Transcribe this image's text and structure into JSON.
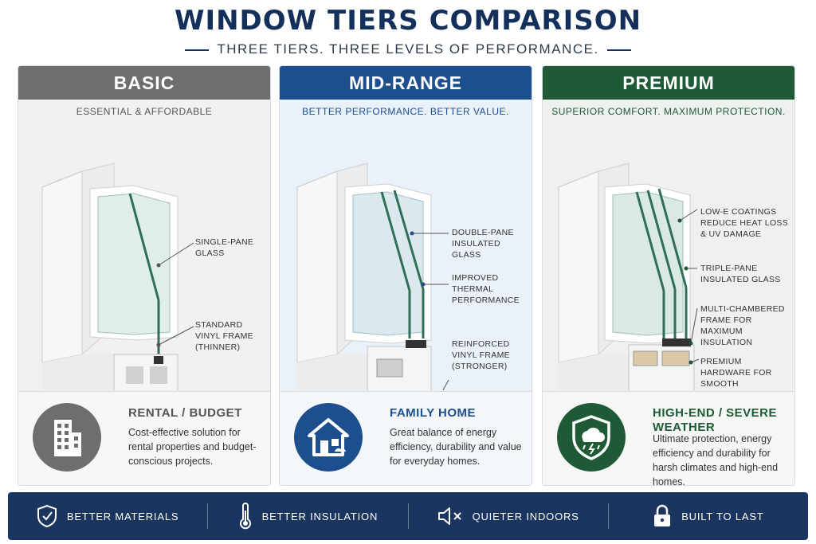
{
  "header": {
    "title": "WINDOW TIERS COMPARISON",
    "subtitle": "THREE TIERS. THREE LEVELS OF PERFORMANCE."
  },
  "colors": {
    "navy": "#13305a",
    "basic": "#6e6e6e",
    "mid": "#1d4f8f",
    "premium": "#1f5a36",
    "footer": "#1a3560"
  },
  "tiers": [
    {
      "name": "BASIC",
      "tagline": "ESSENTIAL & AFFORDABLE",
      "callouts": [
        "SINGLE-PANE GLASS",
        "STANDARD VINYL FRAME (THINNER)"
      ],
      "use_title": "RENTAL / BUDGET",
      "use_desc": "Cost-effective solution for rental properties and budget-conscious projects.",
      "icon": "building-icon"
    },
    {
      "name": "MID-RANGE",
      "tagline": "BETTER PERFORMANCE. BETTER VALUE.",
      "callouts": [
        "DOUBLE-PANE INSULATED GLASS",
        "IMPROVED THERMAL PERFORMANCE",
        "REINFORCED VINYL FRAME (STRONGER)"
      ],
      "use_title": "FAMILY HOME",
      "use_desc": "Great balance of energy efficiency, durability and value for everyday homes.",
      "icon": "house-icon"
    },
    {
      "name": "PREMIUM",
      "tagline": "SUPERIOR COMFORT. MAXIMUM PROTECTION.",
      "callouts": [
        "LOW-E COATINGS REDUCE HEAT LOSS & UV DAMAGE",
        "TRIPLE-PANE INSULATED GLASS",
        "MULTI-CHAMBERED FRAME FOR MAXIMUM INSULATION",
        "PREMIUM HARDWARE FOR SMOOTH OPERATION & ENHANCED SECURITY"
      ],
      "use_title": "HIGH-END / SEVERE WEATHER",
      "use_desc": "Ultimate protection, energy efficiency and durability for harsh climates and high-end homes.",
      "icon": "storm-shield-icon"
    }
  ],
  "features": [
    {
      "label": "BETTER MATERIALS",
      "icon": "shield-check-icon"
    },
    {
      "label": "BETTER INSULATION",
      "icon": "thermometer-icon"
    },
    {
      "label": "QUIETER INDOORS",
      "icon": "mute-speaker-icon"
    },
    {
      "label": "BUILT TO LAST",
      "icon": "lock-icon"
    }
  ]
}
